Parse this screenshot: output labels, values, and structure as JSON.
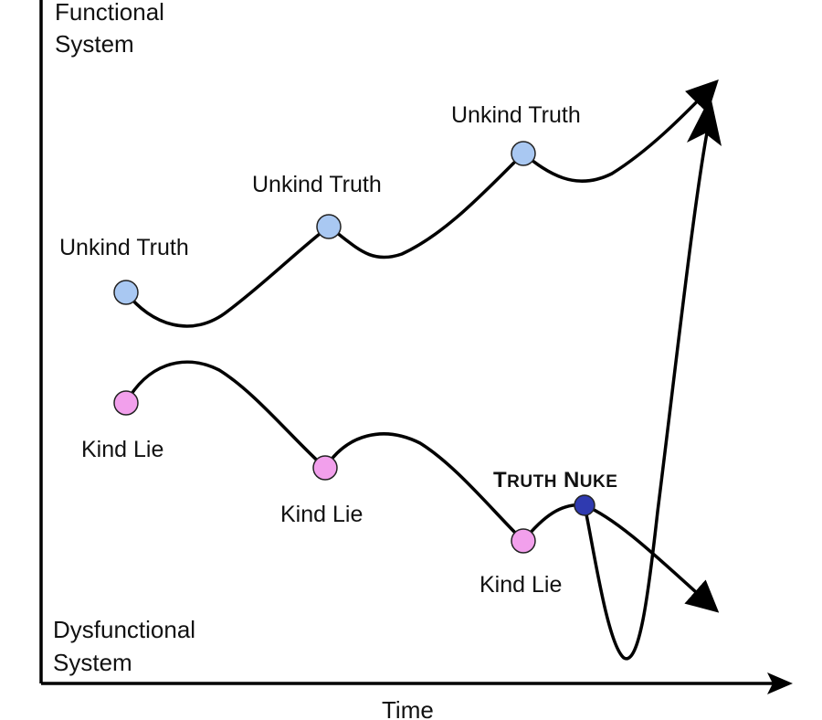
{
  "axes": {
    "y_top_label": [
      "Functional",
      "System"
    ],
    "y_bottom_label": [
      "Dysfunctional",
      "System"
    ],
    "x_label": "Time"
  },
  "upper_path": {
    "points": [
      "Unkind Truth",
      "Unkind Truth",
      "Unkind Truth"
    ],
    "dot_color": "#a9c8f2"
  },
  "lower_path": {
    "points": [
      "Kind Lie",
      "Kind Lie",
      "Kind Lie"
    ],
    "dot_color": "#f2a0ec"
  },
  "truth_nuke": {
    "label_parts": [
      "T",
      "RUTH",
      "N",
      "UKE"
    ],
    "dot_color": "#2f3ab0"
  }
}
